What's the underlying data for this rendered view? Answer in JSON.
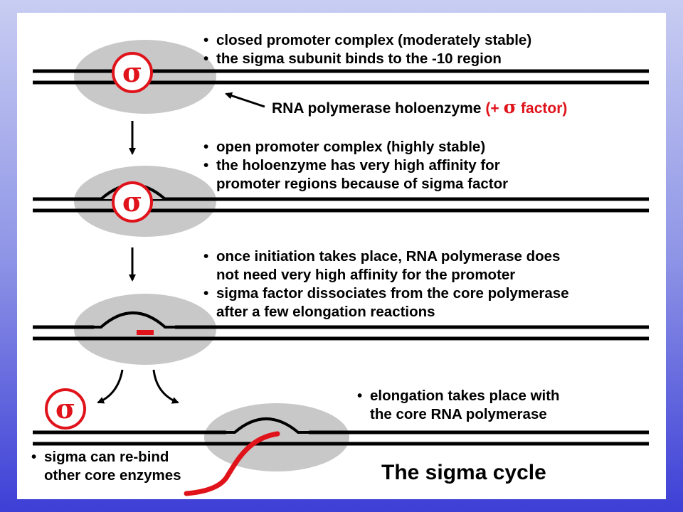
{
  "colors": {
    "background_top": "#c8cdf2",
    "background_bottom": "#3d3fd6",
    "enzyme_fill": "#c8c8c8",
    "sigma_red": "#e0121a",
    "dna": "#000000",
    "rna": "#e0121a"
  },
  "sigma_symbol": "σ",
  "step1": {
    "bullets": [
      {
        "bullet": "•",
        "lines": [
          "closed promoter complex (moderately stable)"
        ]
      },
      {
        "bullet": "•",
        "lines": [
          "the sigma subunit binds to the -10 region"
        ]
      }
    ],
    "callout": {
      "text": "RNA polymerase holoenzyme",
      "open": "(+",
      "sigma": "σ",
      "close": "factor)"
    }
  },
  "step2": {
    "bullets": [
      {
        "bullet": "•",
        "lines": [
          "open promoter complex (highly stable)"
        ]
      },
      {
        "bullet": "•",
        "lines": [
          "the holoenzyme has very high affinity for",
          "promoter regions because of sigma factor"
        ]
      }
    ]
  },
  "step3": {
    "bullets": [
      {
        "bullet": "•",
        "lines": [
          "once initiation takes place, RNA polymerase does",
          "not need very high affinity for the promoter"
        ]
      },
      {
        "bullet": "•",
        "lines": [
          "sigma factor dissociates from the core polymerase",
          "after a few elongation reactions"
        ]
      }
    ]
  },
  "step4": {
    "elongation": {
      "bullet": "•",
      "lines": [
        "elongation takes place with",
        "the core RNA polymerase"
      ]
    },
    "rebind": {
      "bullet": "•",
      "lines": [
        "sigma can re-bind",
        "other core enzymes"
      ]
    },
    "title": "The sigma cycle"
  }
}
